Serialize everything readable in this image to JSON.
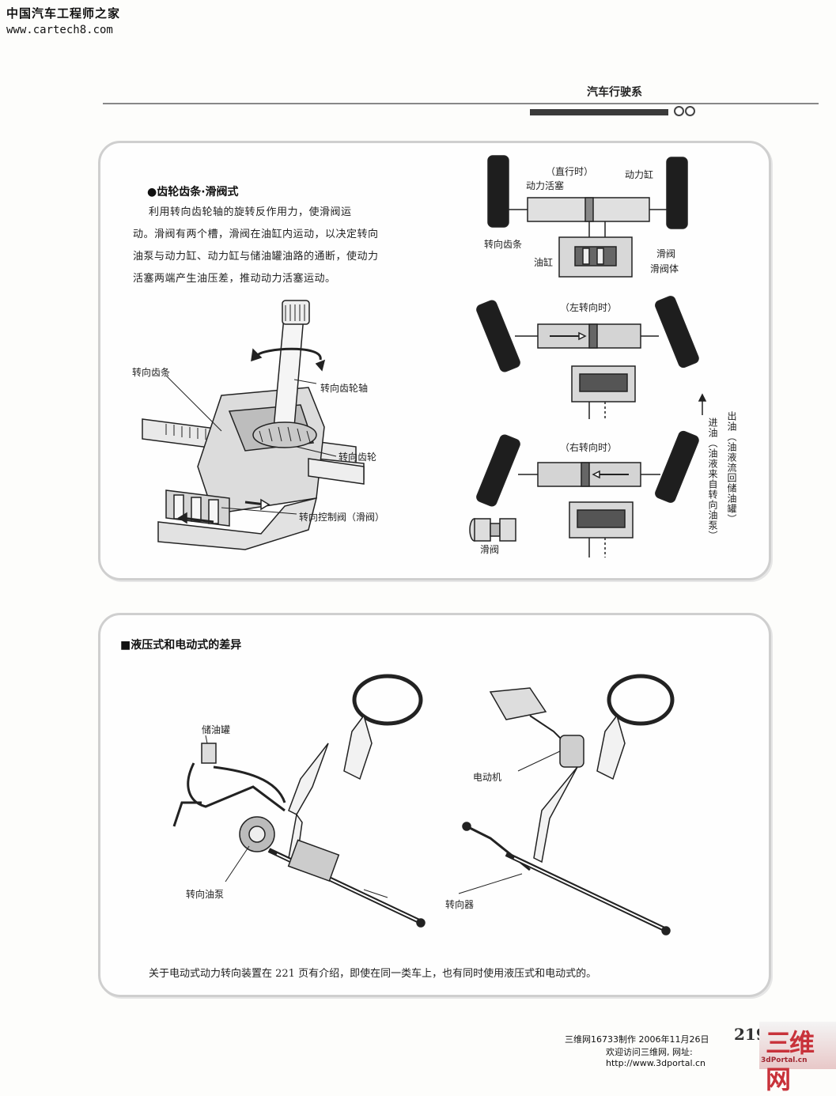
{
  "watermark": {
    "site_name": "中国汽车工程师之家",
    "site_url": "www.cartech8.com"
  },
  "header": {
    "chapter_title": "汽车行驶系"
  },
  "section1": {
    "title": "●齿轮齿条·滑阀式",
    "paragraph_lines": [
      "利用转向齿轮轴的旋转反作用力，使滑阀运",
      "动。滑阀有两个槽，滑阀在油缸内运动，以决定转向",
      "油泵与动力缸、动力缸与储油罐油路的通断，使动力",
      "活塞两端产生油压差，推动动力活塞运动。"
    ],
    "figure_labels": {
      "steering_rack": "转向齿条",
      "steering_gear_shaft": "转向齿轮轴",
      "steering_gear": "转向齿轮",
      "control_valve": "转向控制阀（滑阀）"
    },
    "diagram": {
      "straight": "（直行时）",
      "power_piston": "动力活塞",
      "power_cylinder": "动力缸",
      "steering_rack": "转向齿条",
      "oil_cylinder": "油缸",
      "slide_valve": "滑阀",
      "valve_body": "滑阀体",
      "left_turn": "（左转向时）",
      "right_turn": "（右转向时）",
      "slide_valve_part": "滑阀",
      "legend_in": "进油（油液来自转向油泵）",
      "legend_out": "出油（油液流回储油罐）"
    }
  },
  "section2": {
    "title": "■液压式和电动式的差异",
    "labels": {
      "reservoir": "储油罐",
      "pump": "转向油泵",
      "motor": "电动机",
      "gear": "转向器"
    },
    "caption": "关于电动式动力转向装置在 221 页有介绍，即使在同一类车上，也有同时使用液压式和电动式的。"
  },
  "footer": {
    "page_number": "219",
    "credit_line1": "三维网16733制作 2006年11月26日",
    "credit_line2": "欢迎访问三维网, 网址:",
    "credit_line3": "http://www.3dportal.cn",
    "logo_text": "三维网",
    "logo_sub": "3dPortal.cn"
  }
}
